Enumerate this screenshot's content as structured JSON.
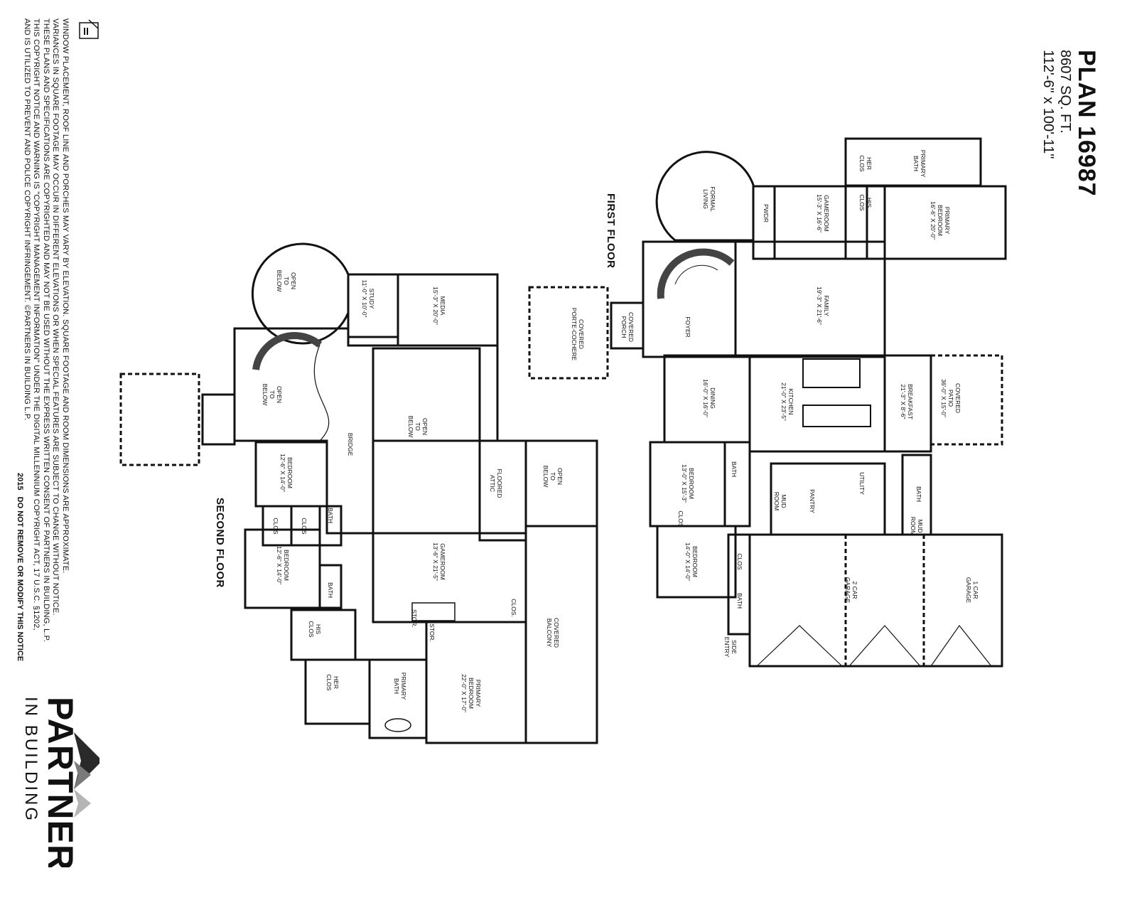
{
  "title": {
    "plan": "PLAN 16987",
    "area": "8607 SQ. FT.",
    "dimensions": "112'-6\" x 100'-11\""
  },
  "floors": {
    "first": "FIRST FLOOR",
    "second": "SECOND FLOOR"
  },
  "first_floor_rooms": {
    "formal_living": [
      "FORMAL",
      "LIVING"
    ],
    "pwdr": [
      "PWDR"
    ],
    "gameroom": [
      "GAMEROOM",
      "15'-3\" X 16'-6\""
    ],
    "her_clos": [
      "HER",
      "CLOS"
    ],
    "his_clos": [
      "HIS",
      "CLOS"
    ],
    "primary_bath": [
      "PRIMARY",
      "BATH"
    ],
    "primary_bedroom": [
      "PRIMARY",
      "BEDROOM",
      "16'-6\" X 20'-0\""
    ],
    "family": [
      "FAMILY",
      "19'-3\" X 21'-6\""
    ],
    "foyer": [
      "FOYER"
    ],
    "covered_porch": [
      "COVERED",
      "PORCH"
    ],
    "porte_cochere": [
      "COVERED",
      "PORTE-COCHERE"
    ],
    "dining": [
      "DINING",
      "16'-0\" X 16'-0\""
    ],
    "kitchen": [
      "KITCHEN",
      "21'-0\" X 23'-5\""
    ],
    "breakfast": [
      "BREAKFAST",
      "21'-3\" X 8'-6\""
    ],
    "covered_patio": [
      "COVERED",
      "PATIO",
      "36'-0\" X 15'-0\""
    ],
    "bedroom_a": [
      "BEDROOM",
      "13'-0\" X 15'-3\""
    ],
    "bath_a": [
      "BATH"
    ],
    "clos_a": [
      "CLOS"
    ],
    "mud_room_a": [
      "MUD",
      "ROOM"
    ],
    "pantry": [
      "PANTRY"
    ],
    "utility": [
      "UTILITY"
    ],
    "bath_b": [
      "BATH"
    ],
    "mud_room_b": [
      "MUD",
      "ROOM"
    ],
    "bedroom_b": [
      "BEDROOM",
      "14'-0\" X 14'-0\""
    ],
    "clos_b": [
      "CLOS"
    ],
    "bath_c": [
      "BATH"
    ],
    "side_entry": [
      "SIDE",
      "ENTRY"
    ],
    "garage_2": [
      "2 CAR",
      "GARAGE"
    ],
    "garage_1": [
      "1 CAR",
      "GARAGE"
    ]
  },
  "second_floor_rooms": {
    "open_below_round": [
      "OPEN",
      "TO",
      "BELOW"
    ],
    "study": [
      "STUDY",
      "11'-0\" X 10'-0\""
    ],
    "media": [
      "MEDIA",
      "15'-3\" X 20'-0\""
    ],
    "open_below_stair": [
      "OPEN",
      "TO",
      "BELOW"
    ],
    "open_below_center": [
      "OPEN",
      "TO",
      "BELOW"
    ],
    "bridge": [
      "BRIDGE"
    ],
    "bedroom_a": [
      "BEDROOM",
      "12'-6\" X 14'-0\""
    ],
    "bedroom_b": [
      "BEDROOM",
      "12'-6\" X 14'-0\""
    ],
    "clos_a": [
      "CLOS"
    ],
    "clos_b": [
      "CLOS"
    ],
    "bath_a": [
      "BATH"
    ],
    "bath_b": [
      "BATH"
    ],
    "floored_attic": [
      "FLOORED",
      "ATTIC"
    ],
    "open_below_right": [
      "OPEN",
      "TO",
      "BELOW"
    ],
    "gameroom": [
      "GAMEROOM",
      "13'-6\" X 21'-5\""
    ],
    "clos_c": [
      "CLOS."
    ],
    "stor_a": [
      "STOR."
    ],
    "stor_b": [
      "STOR."
    ],
    "his_clos": [
      "HIS",
      "CLOS"
    ],
    "her_clos": [
      "HER",
      "CLOS"
    ],
    "primary_bath": [
      "PRIMARY",
      "BATH"
    ],
    "primary_bedroom": [
      "PRIMARY",
      "BEDROOM",
      "22'-0\" X 17'-0\""
    ],
    "covered_balcony": [
      "COVERED",
      "BALCONY"
    ]
  },
  "disclaimer": [
    "WINDOW PLACEMENT, ROOF LINE AND PORCHES MAY VARY BY ELEVATION. SQUARE FOOTAGE AND ROOM DIMENSIONS ARE APPROXIMATE.",
    "VARIANCES IN SQUARE FOOTAGE MAY OCCUR IN DIFFERENT ELEVATIONS OR WHEN SPECIAL FEATURES ARE SUBJECT TO CHANGE WITHOUT NOTICE.",
    "THESE PLANS AND SPECIFICATIONS ARE COPYRIGHTED AND MAY NOT BE USED WITHOUT THE EXPRESS WRITTEN CONSENT OF PARTNERS IN BUILDING, L.P.",
    "THIS COPYRIGHT NOTICE AND WARNING IS \"COPYRIGHT MANAGEMENT INFORMATION\" UNDER THE DIGITAL MILLENNIUM COPYRIGHT ACT, 17 U.S.C. §1202,",
    "AND IS UTILIZED TO PREVENT AND POLICE COPYRIGHT INFRINGEMENT. ©PARTNERS IN BUILDING L.P."
  ],
  "notice": {
    "year": "2015",
    "text": "DO NOT REMOVE OR MODIFY THIS NOTICE"
  },
  "logo": {
    "name": "PARTNERS",
    "sub": "IN BUILDING",
    "colors": {
      "dark": "#2a2a2a",
      "mid": "#7a7a7a",
      "light": "#b5b5b5"
    }
  },
  "icons": {
    "equal_housing": "equal-housing-icon",
    "logo_chevron": "chevron-logo-icon"
  }
}
